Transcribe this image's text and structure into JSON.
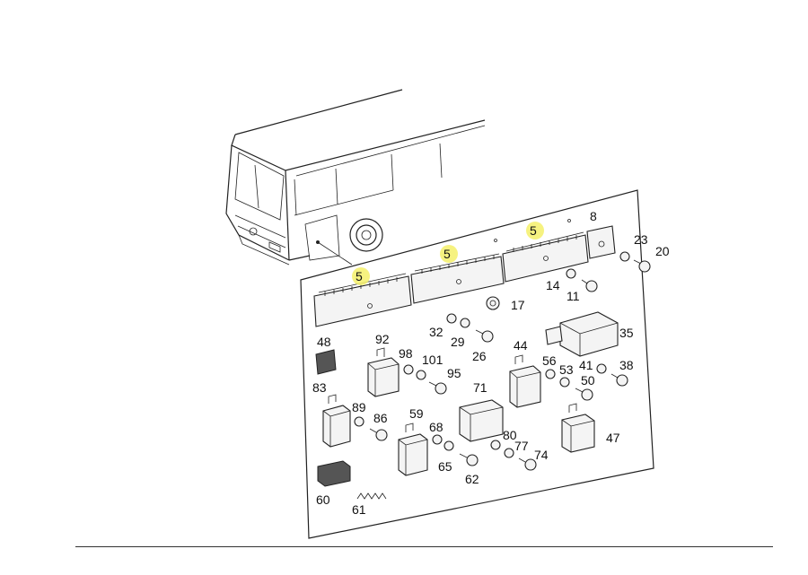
{
  "callouts": {
    "c5a": "5",
    "c5b": "5",
    "c5c": "5",
    "c8": "8",
    "c23": "23",
    "c20": "20",
    "c14": "14",
    "c11": "11",
    "c17": "17",
    "c35": "35",
    "c32": "32",
    "c29": "29",
    "c26": "26",
    "c48": "48",
    "c92": "92",
    "c98": "98",
    "c101": "101",
    "c95": "95",
    "c44": "44",
    "c56": "56",
    "c53": "53",
    "c41": "41",
    "c38": "38",
    "c50": "50",
    "c83": "83",
    "c71": "71",
    "c89": "89",
    "c86": "86",
    "c59": "59",
    "c68": "68",
    "c80": "80",
    "c77": "77",
    "c74": "74",
    "c47": "47",
    "c65": "65",
    "c62": "62",
    "c60": "60",
    "c61": "61"
  },
  "colors": {
    "highlight": "#f5f06a",
    "line": "#222222"
  }
}
